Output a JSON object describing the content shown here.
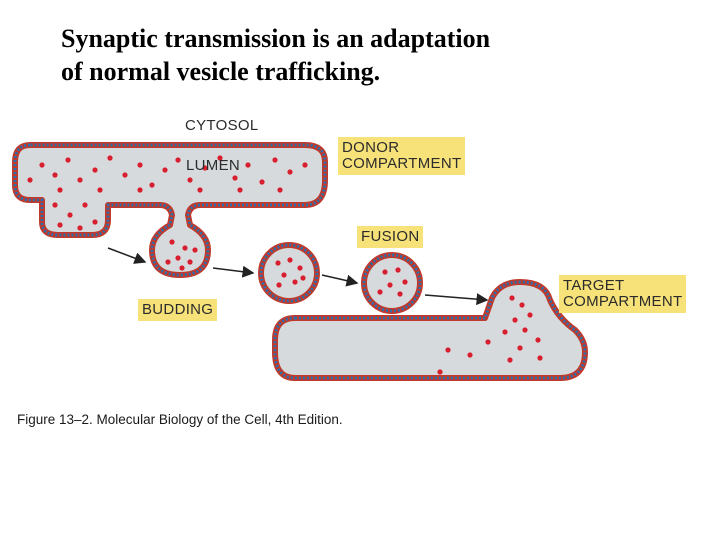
{
  "title": {
    "line1": "Synaptic transmission is an adaptation",
    "line2": "of normal vesicle trafficking."
  },
  "labels": {
    "cytosol": "CYTOSOL",
    "lumen": "LUMEN",
    "donor_line1": "DONOR",
    "donor_line2": "COMPARTMENT",
    "fusion": "FUSION",
    "budding": "BUDDING",
    "target_line1": "TARGET",
    "target_line2": "COMPARTMENT"
  },
  "caption": "Figure 13–2. Molecular Biology of the Cell, 4th Edition.",
  "colors": {
    "membrane_outer": "#2a6fb0",
    "membrane_inner": "#c0392b",
    "lumen_fill": "#d6dadc",
    "cargo": "#d81f2f",
    "label_box": "#f7e27a"
  }
}
